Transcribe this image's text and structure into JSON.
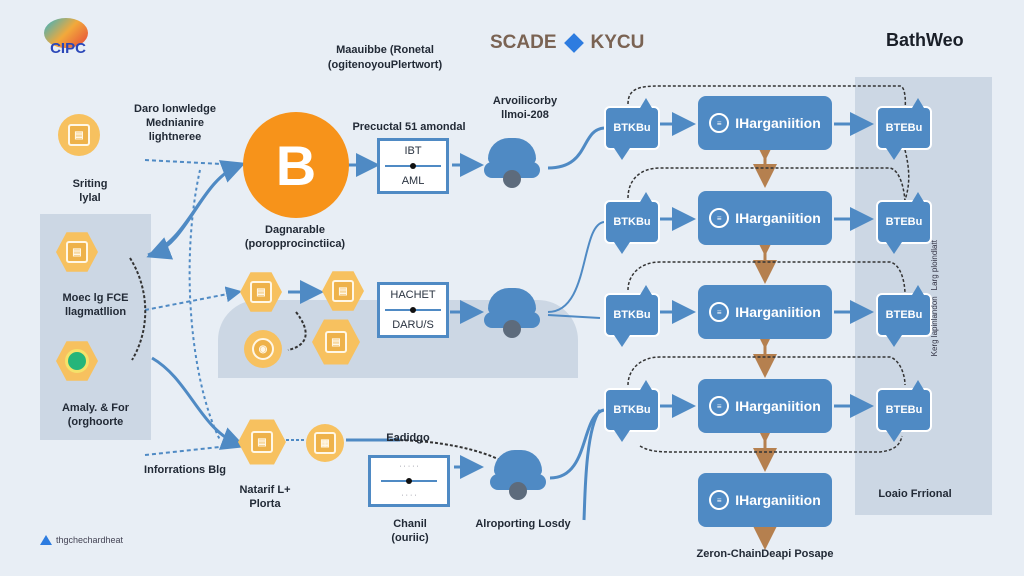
{
  "header": {
    "logo_text": "CIPC",
    "center_title_left": "SCADE",
    "center_title_right": "KYCU",
    "right_title": "BathWeo",
    "subtitle_line1": "Maauibbe (Ronetal",
    "subtitle_line2": "(ogitenoyouPlertwort)"
  },
  "left_column": {
    "top_node_caption": [
      "Daro lonwledge",
      "Mednianire",
      "lightneree"
    ],
    "top_node_label": [
      "Sriting",
      "lylal"
    ],
    "panel_nodes": [
      {
        "icon": "document-icon",
        "label": [
          "Moec lg FCE",
          "llagmatllion"
        ]
      },
      {
        "icon": "target-icon",
        "label": [
          "Amaly. & For",
          "(orghoorte"
        ]
      }
    ],
    "bottom_caption": "Inforrations Blg",
    "footer_logo_text": "thgchechardheat"
  },
  "bitcoin": {
    "symbol": "B",
    "caption": [
      "Dagnarable",
      "(poropprocinctiica)"
    ],
    "color": "#f7931a"
  },
  "row1": {
    "box_title": "Precuctal 51 amondal",
    "box_top": "IBT",
    "box_bottom": "AML",
    "node_caption": [
      "Arvoilicorby",
      "llmoi-208"
    ]
  },
  "row2": {
    "box_top": "HACHET",
    "box_bottom": "DARU/S"
  },
  "row3": {
    "box_label_above": "Eadidgo",
    "box_caption": [
      "Chanil",
      "(ouriic)"
    ],
    "hex_caption": [
      "Natarif L+",
      "Plorta"
    ],
    "node_caption": "Alroporting Losdy"
  },
  "pipeline": {
    "left_bubbles": [
      "BTKBu",
      "BTKBu",
      "BTKBu",
      "BTKBu"
    ],
    "blocks": [
      "IHarganiition",
      "IHarganiition",
      "IHarganiition",
      "IHarganiition",
      "IHarganiition"
    ],
    "right_bubbles": [
      "BTEBu",
      "BTEBu",
      "BTEBu",
      "BTEBu"
    ],
    "bottom_caption": "Zeron-ChainDeapi Posape",
    "right_panel_caption": "Loaio Frrional",
    "right_panel_vertical_text": [
      "Kerg lapinlandon",
      "Larg ploindlatt"
    ]
  },
  "colors": {
    "background": "#e8eef5",
    "accent_blue": "#4f8ac4",
    "hex_yellow": "#f7c15f",
    "arrow_brown": "#b5804f",
    "panel_gray": "#ccd7e4"
  }
}
